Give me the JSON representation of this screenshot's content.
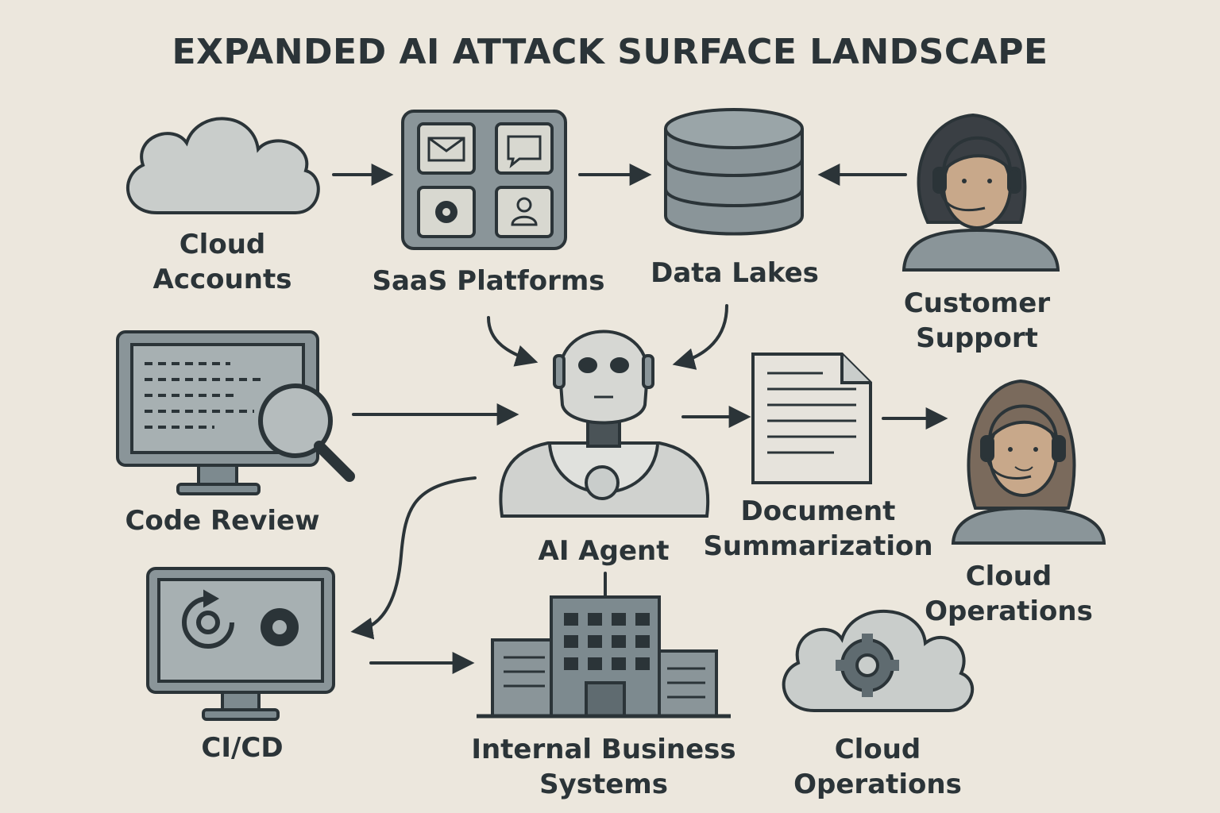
{
  "title": "EXPANDED AI ATTACK SURFACE LANDSCAPE",
  "nodes": {
    "cloud_accounts": [
      "Cloud",
      "Accounts"
    ],
    "saas_platforms": [
      "SaaS Platforms"
    ],
    "data_lakes": [
      "Data Lakes"
    ],
    "customer_support": [
      "Customer",
      "Support"
    ],
    "code_review": [
      "Code Review"
    ],
    "ai_agent": [
      "AI Agent"
    ],
    "document_summarization": [
      "Document",
      "Summarization"
    ],
    "cloud_operations_person": [
      "Cloud",
      "Operations"
    ],
    "ci_cd": [
      "CI/CD"
    ],
    "internal_business_systems": [
      "Internal Business",
      "Systems"
    ],
    "cloud_operations_cloud": [
      "Cloud",
      "Operations"
    ]
  },
  "icons": {
    "cloud_accounts": "cloud-icon",
    "saas_platforms": "app-grid-icon",
    "data_lakes": "database-icon",
    "customer_support": "headset-person-icon",
    "code_review": "monitor-magnifier-icon",
    "ai_agent": "robot-icon",
    "document_summarization": "document-icon",
    "cloud_operations_person": "headset-person-icon",
    "ci_cd": "monitor-pipeline-icon",
    "internal_business_systems": "office-building-icon",
    "cloud_operations_cloud": "cloud-gear-icon"
  },
  "colors": {
    "background": "#ece7dd",
    "ink": "#2b3438",
    "icon_fill": "#7d8a8f",
    "icon_light": "#c9cdcb",
    "skin": "#c8a88a"
  }
}
